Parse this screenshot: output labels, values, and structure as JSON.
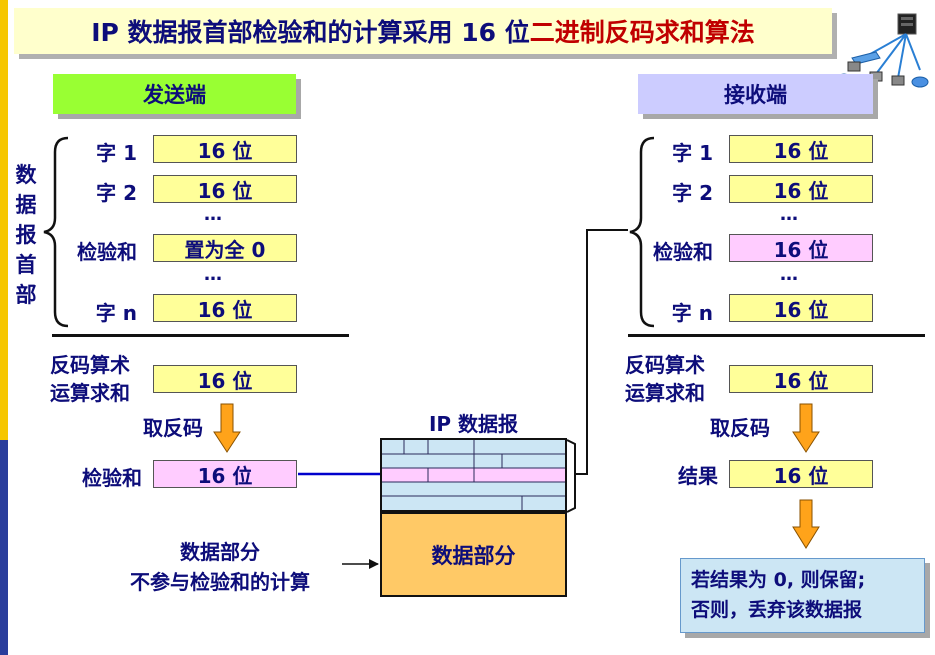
{
  "title": {
    "main": "IP 数据报首部检验和的计算采用 16 位",
    "highlight": "二进制反码求和算法"
  },
  "sender": {
    "header": "发送端",
    "header_vertical": [
      "数",
      "据",
      "报",
      "首",
      "部"
    ],
    "rows": [
      {
        "label": "字 1",
        "value": "16 位"
      },
      {
        "label": "字 2",
        "value": "16 位"
      },
      {
        "label": "检验和",
        "value": "置为全 0"
      },
      {
        "label": "字 n",
        "value": "16 位"
      }
    ],
    "ellipsis": "…",
    "sum_label_line1": "反码算术",
    "sum_label_line2": "运算求和",
    "sum_value": "16 位",
    "invert_label": "取反码",
    "checksum_label": "检验和",
    "checksum_value": "16 位"
  },
  "datagram": {
    "caption": "IP 数据报",
    "data_part": "数据部分",
    "note_line1": "数据部分",
    "note_line2": "不参与检验和的计算"
  },
  "receiver": {
    "header": "接收端",
    "rows": [
      {
        "label": "字 1",
        "value": "16 位"
      },
      {
        "label": "字 2",
        "value": "16 位"
      },
      {
        "label": "检验和",
        "value": "16 位"
      },
      {
        "label": "字 n",
        "value": "16 位"
      }
    ],
    "ellipsis": "…",
    "sum_label_line1": "反码算术",
    "sum_label_line2": "运算求和",
    "sum_value": "16 位",
    "invert_label": "取反码",
    "result_label": "结果",
    "result_value": "16 位",
    "result_note_line1": "若结果为 0, 则保留;",
    "result_note_line2": "否则，丢弃该数据报"
  },
  "icons": [
    "network-topology-icon"
  ],
  "colors": {
    "title_text": "#0d0d7a",
    "highlight_text": "#c00000",
    "sender_header": "#99ff33",
    "receiver_header": "#ccccff",
    "field_yellow": "#ffff99",
    "field_pink": "#ffccff",
    "arrow_orange": "#ffa31a",
    "arrow_blue": "#0000cc"
  }
}
